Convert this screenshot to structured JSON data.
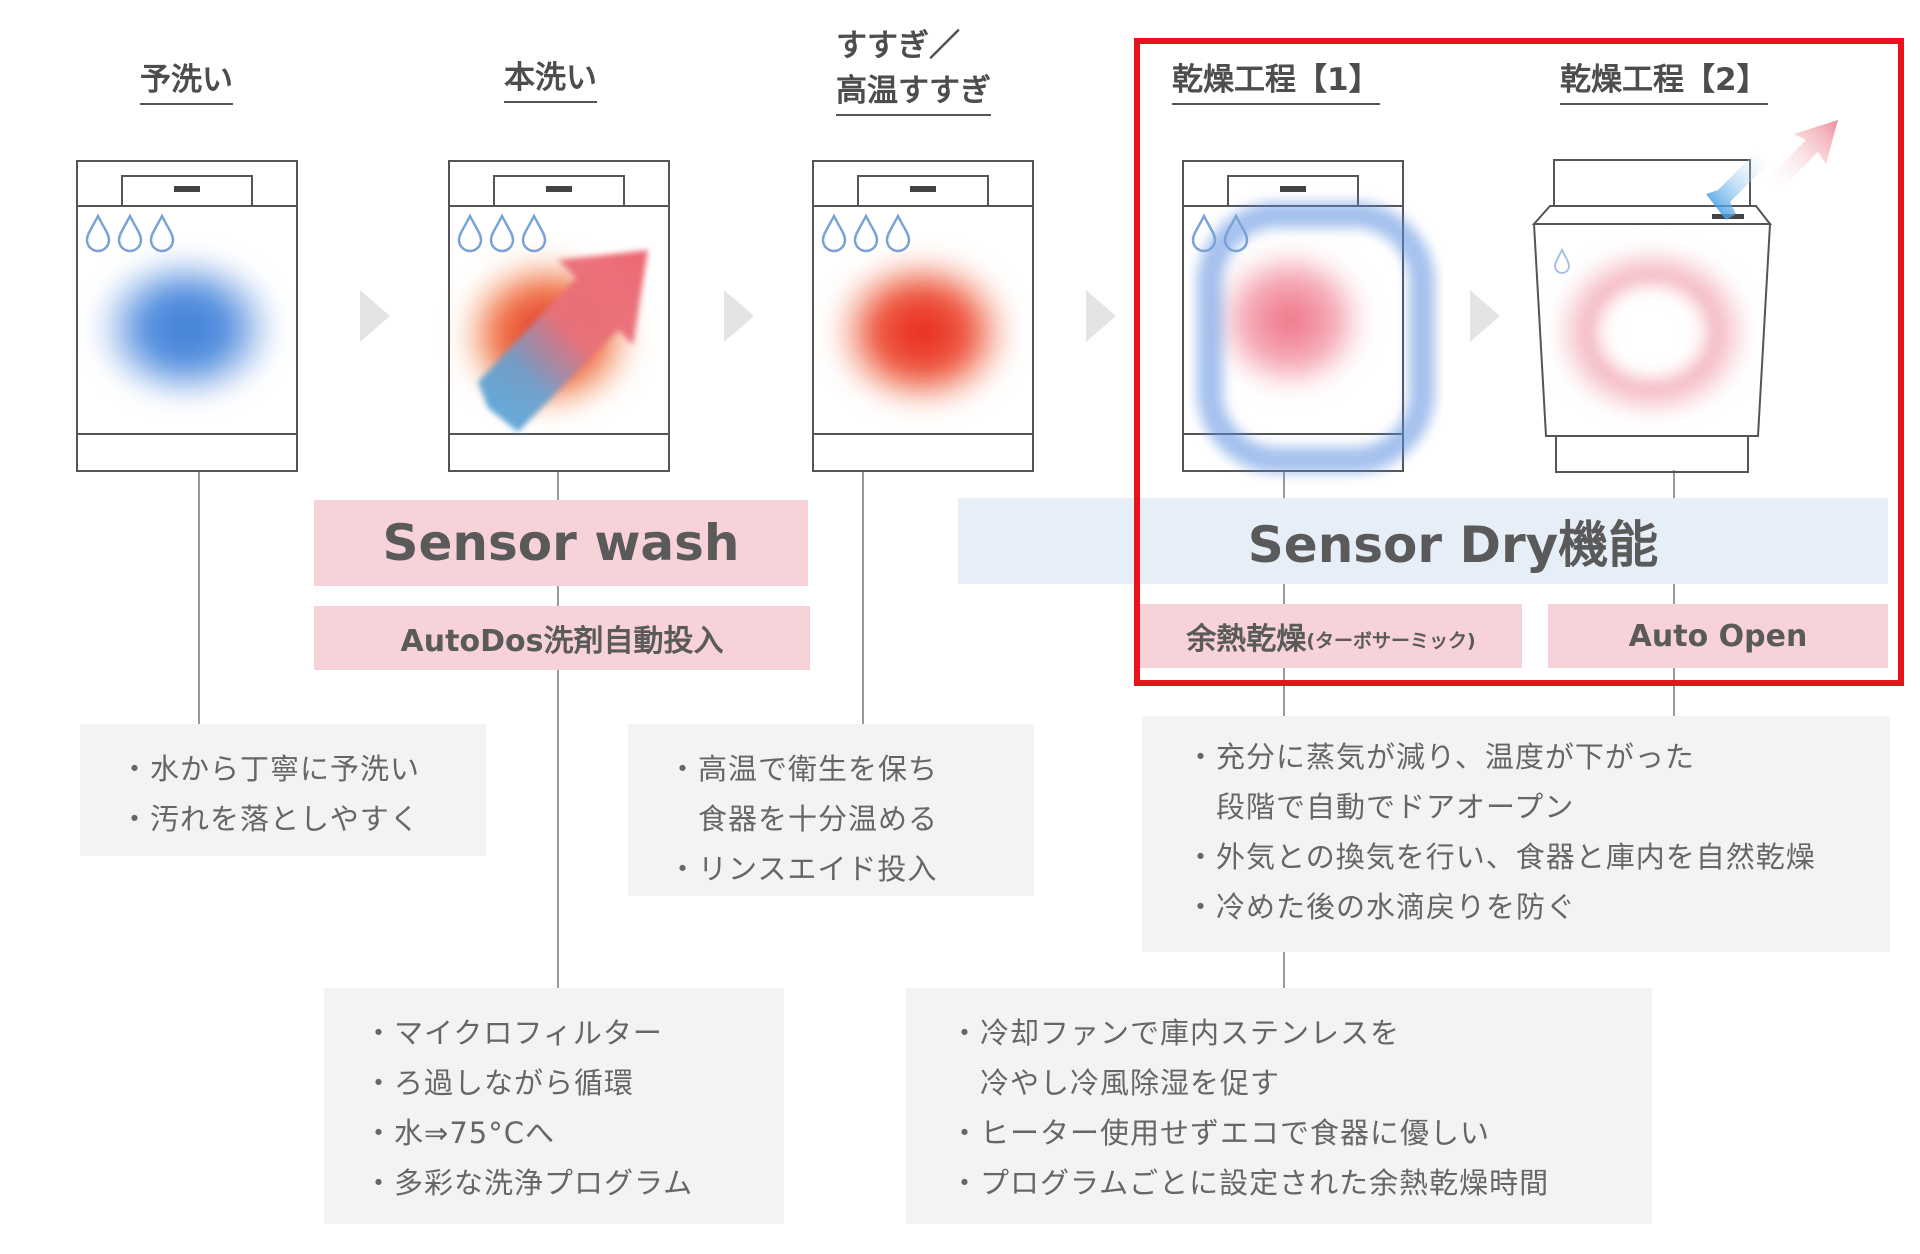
{
  "stages": [
    {
      "id": "prewash",
      "title_lines": [
        "予洗い"
      ]
    },
    {
      "id": "mainwash",
      "title_lines": [
        "本洗い"
      ]
    },
    {
      "id": "rinse",
      "title_lines": [
        "すすぎ／",
        "高温すすぎ"
      ]
    },
    {
      "id": "dry1",
      "title_lines": [
        "乾燥工程【1】"
      ]
    },
    {
      "id": "dry2",
      "title_lines": [
        "乾燥工程【2】"
      ]
    }
  ],
  "bands": {
    "sensor_wash": "Sensor wash",
    "autodos": "AutoDos洗剤自動投入",
    "sensor_dry": "Sensor Dry機能",
    "residual_heat_main": "余熱乾燥",
    "residual_heat_sub": "(ターボサーミック)",
    "auto_open": "Auto Open"
  },
  "notes": {
    "prewash": [
      {
        "text": "水から丁寧に予洗い"
      },
      {
        "text": "汚れを落としやすく"
      }
    ],
    "rinse": [
      {
        "text": "高温で衛生を保ち",
        "cont": "食器を十分温める"
      },
      {
        "text": "リンスエイド投入"
      }
    ],
    "dry2": [
      {
        "text": "充分に蒸気が減り、温度が下がった",
        "cont": "段階で自動でドアオープン"
      },
      {
        "text": "外気との換気を行い、食器と庫内を自然乾燥"
      },
      {
        "text": "冷めた後の水滴戻りを防ぐ"
      }
    ],
    "mainwash": [
      {
        "text": "マイクロフィルター"
      },
      {
        "text": "ろ過しながら循環"
      },
      {
        "text": "水⇒75°Cへ"
      },
      {
        "text": "多彩な洗浄プログラム"
      }
    ],
    "dry1": [
      {
        "text": "冷却ファンで庫内ステンレスを",
        "cont": "冷やし冷風除湿を促す"
      },
      {
        "text": "ヒーター使用せずエコで食器に優しい"
      },
      {
        "text": "プログラムごとに設定された余熱乾燥時間"
      }
    ]
  },
  "colors": {
    "highlight_frame": "#e8131b",
    "pink_band": "#f7d3d9",
    "blue_band": "#e6eef8",
    "note_bg": "#f3f3f3",
    "blue_glow": "#3d7fd6",
    "red_glow": "#e8261c",
    "pink_glow": "#ef7a8c"
  },
  "icons": [
    "water-drop-icon",
    "dishwasher-icon",
    "flow-arrow-icon",
    "steam-exchange-arrow-icon"
  ]
}
